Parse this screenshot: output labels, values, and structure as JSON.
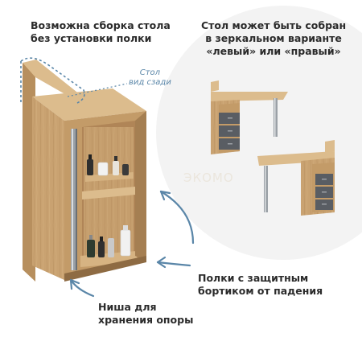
{
  "captions": {
    "assembly": [
      "Возможна сборка стола",
      "без установки полки"
    ],
    "mirror": [
      "Стол может быть собран",
      "в зеркальном варианте",
      "«левый» или «правый»"
    ],
    "back_view": [
      "Стол",
      "вид сзади"
    ],
    "shelves": [
      "Полки с защитным",
      "бортиком от падения"
    ],
    "niche": [
      "Ниша для",
      "хранения опоры"
    ]
  },
  "watermark": "ЭКОМО",
  "colors": {
    "wood": "#c9a271",
    "wood_dark": "#a57f52",
    "wood_light": "#dcbc8d",
    "drawer_gray": "#595d63",
    "arrow_blue": "#5a86a8",
    "circle_bg": "#f3f3f3",
    "text": "#2b2b2b"
  }
}
